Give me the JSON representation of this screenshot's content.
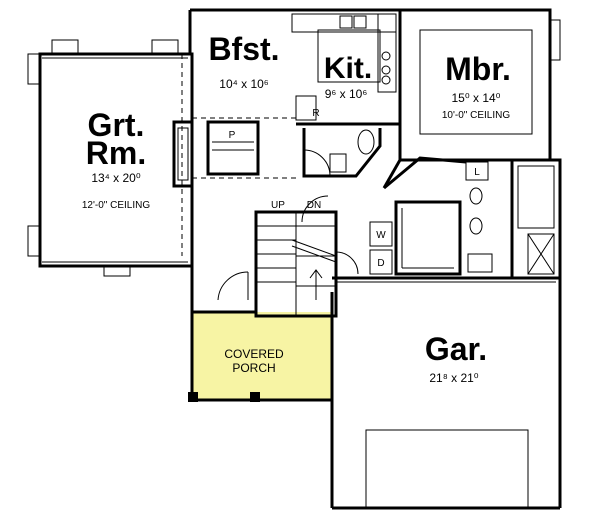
{
  "rooms": {
    "great_room": {
      "name_line1": "Grt.",
      "name_line2": "Rm.",
      "dims": "13⁴ x 20⁰",
      "ceiling": "12'-0\" CEILING"
    },
    "breakfast": {
      "name": "Bfst.",
      "dims": "10⁴ x 10⁶"
    },
    "kitchen": {
      "name": "Kit.",
      "dims": "9⁶ x 10⁶"
    },
    "master": {
      "name": "Mbr.",
      "dims": "15⁰ x 14⁰",
      "ceiling": "10'-0\" CEILING"
    },
    "garage": {
      "name": "Gar.",
      "dims": "21⁸ x 21⁰"
    },
    "porch": {
      "line1": "COVERED",
      "line2": "PORCH"
    }
  },
  "labels": {
    "pantry": "P",
    "refrigerator": "R",
    "linen": "L",
    "washer": "W",
    "dryer": "D",
    "stair_up": "UP",
    "stair_down": "DN"
  },
  "colors": {
    "porch_fill": "#f7f4a4",
    "wall": "#000000",
    "background": "#ffffff"
  }
}
